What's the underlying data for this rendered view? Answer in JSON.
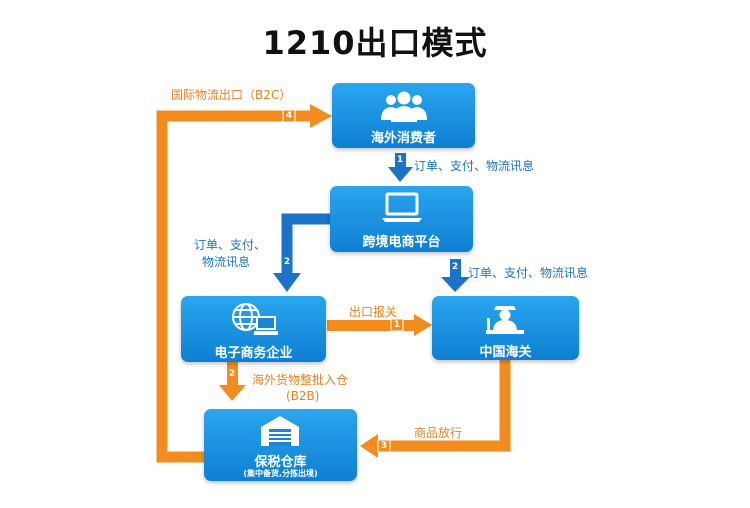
{
  "title": "1210出口模式",
  "nodes": {
    "consumer": {
      "label": "海外消费者",
      "icon": "people-icon"
    },
    "platform": {
      "label": "跨境电商平台",
      "icon": "laptop-icon"
    },
    "ecommerce": {
      "label": "电子商务企业",
      "icon": "globe-computer-icon"
    },
    "customs": {
      "label": "中国海关",
      "icon": "customs-officer-icon"
    },
    "warehouse": {
      "label": "保税仓库",
      "sublabel": "(集中备货,分拣出境)",
      "icon": "warehouse-icon"
    }
  },
  "edges": {
    "e1": {
      "num": "1",
      "label": "订单、支付、物流讯息"
    },
    "e2a": {
      "num": "2",
      "label_line1": "订单、支付、",
      "label_line2": "物流讯息"
    },
    "e2b": {
      "num": "2",
      "label": "订单、支付、物流讯息"
    },
    "e_customs": {
      "num": "1",
      "label": "出口报关"
    },
    "e_goods": {
      "num": "2",
      "label_line1": "海外货物整批入仓",
      "label_line2": "(B2B)"
    },
    "e3": {
      "num": "3",
      "label": "商品放行"
    },
    "e4": {
      "num": "4",
      "label": "国际物流出口（B2C）"
    }
  },
  "colors": {
    "box_top": "#2aa6ee",
    "box_bottom": "#0e7fd3",
    "orange": "#f28c1e",
    "blue_arrow": "#1a73c8",
    "label_orange": "#e8821e",
    "label_blue": "#1b75c4"
  }
}
